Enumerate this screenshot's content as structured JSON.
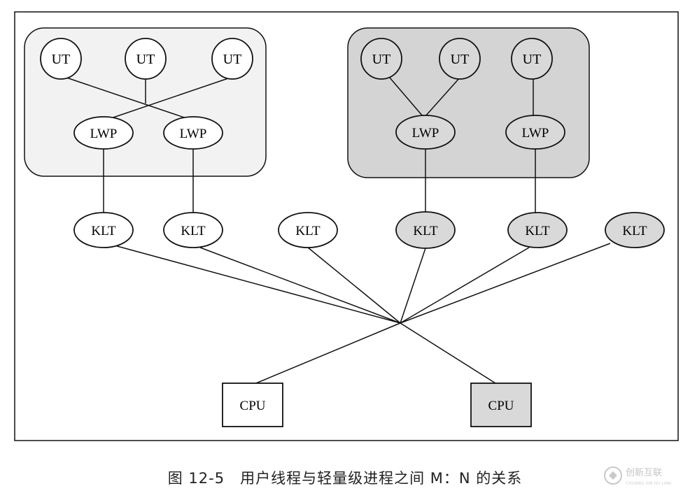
{
  "nodes": {
    "ut_label": "UT",
    "lwp_label": "LWP",
    "klt_label": "KLT",
    "cpu_label": "CPU"
  },
  "caption": "图 12-5　用户线程与轻量级进程之间 M：N 的关系",
  "watermark": {
    "cn": "创新互联",
    "en": "CHUANG XIN HU LIAN"
  },
  "colors": {
    "line": "#111111",
    "white_fill": "#ffffff",
    "gray_fill": "#d9d9d9",
    "process_light": "#f2f2f2",
    "process_dark": "#d4d4d4"
  }
}
